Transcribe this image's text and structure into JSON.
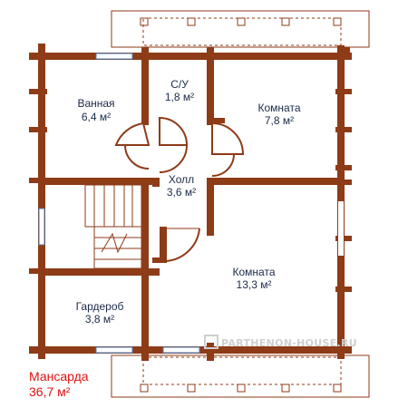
{
  "plan": {
    "title_line1": "Мансарда",
    "title_line2": "36,7 м²"
  },
  "rooms": {
    "bath_name": "Ванная",
    "bath_area": "6,4 м²",
    "wc_name": "С/У",
    "wc_area": "1,8 м²",
    "room1_name": "Комната",
    "room1_area": "7,8 м²",
    "hall_name": "Холл",
    "hall_area": "3,6 м²",
    "room2_name": "Комната",
    "room2_area": "13,3 м²",
    "ward_name": "Гардероб",
    "ward_area": "3,8 м²"
  },
  "watermark": "PARTHENON-HOUSE.RU",
  "colors": {
    "wall": "#8e3b17",
    "label": "#1a2a4a",
    "title": "#e01010",
    "window": "#4a7fbf"
  }
}
